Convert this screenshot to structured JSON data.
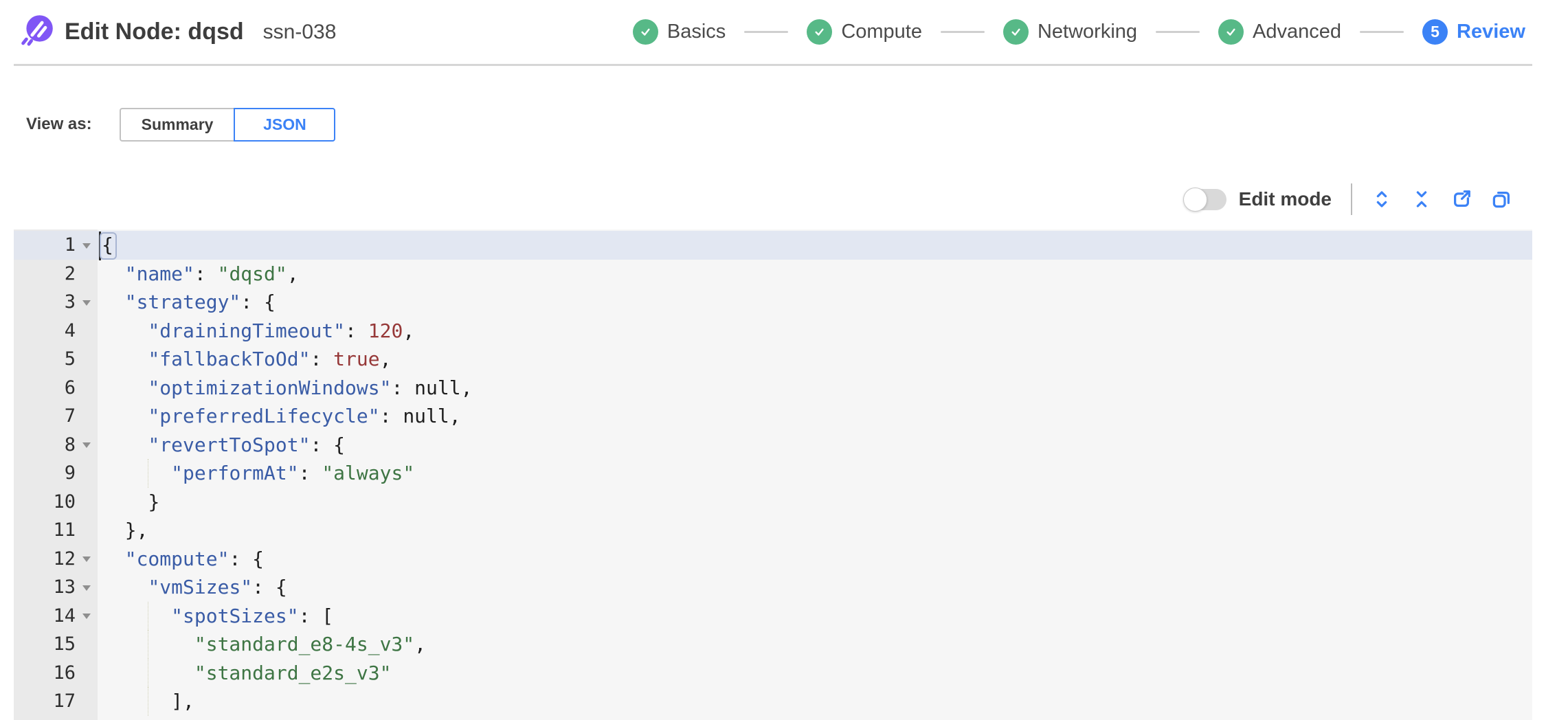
{
  "header": {
    "title": "Edit Node: dqsd",
    "node_id": "ssn-038",
    "steps": [
      {
        "label": "Basics",
        "state": "complete"
      },
      {
        "label": "Compute",
        "state": "complete"
      },
      {
        "label": "Networking",
        "state": "complete"
      },
      {
        "label": "Advanced",
        "state": "complete"
      },
      {
        "label": "Review",
        "state": "current",
        "number": "5"
      }
    ]
  },
  "view_as": {
    "label": "View as:",
    "options": [
      {
        "label": "Summary",
        "selected": false
      },
      {
        "label": "JSON",
        "selected": true
      }
    ]
  },
  "toolbar": {
    "edit_mode_label": "Edit mode",
    "edit_mode_on": false,
    "icons": [
      "expand-all-icon",
      "collapse-all-icon",
      "export-icon",
      "copy-icon"
    ]
  },
  "editor": {
    "active_line": 1,
    "lines": [
      {
        "num": 1,
        "fold": true,
        "active": true,
        "cursor": true,
        "indent": 0,
        "tokens": [
          [
            "punc",
            "{"
          ]
        ]
      },
      {
        "num": 2,
        "indent": 2,
        "tokens": [
          [
            "key",
            "\"name\""
          ],
          [
            "punc",
            ": "
          ],
          [
            "str",
            "\"dqsd\""
          ],
          [
            "punc",
            ","
          ]
        ]
      },
      {
        "num": 3,
        "fold": true,
        "indent": 2,
        "tokens": [
          [
            "key",
            "\"strategy\""
          ],
          [
            "punc",
            ": {"
          ]
        ]
      },
      {
        "num": 4,
        "indent": 4,
        "tokens": [
          [
            "key",
            "\"drainingTimeout\""
          ],
          [
            "punc",
            ": "
          ],
          [
            "num",
            "120"
          ],
          [
            "punc",
            ","
          ]
        ]
      },
      {
        "num": 5,
        "indent": 4,
        "tokens": [
          [
            "key",
            "\"fallbackToOd\""
          ],
          [
            "punc",
            ": "
          ],
          [
            "bool",
            "true"
          ],
          [
            "punc",
            ","
          ]
        ]
      },
      {
        "num": 6,
        "indent": 4,
        "tokens": [
          [
            "key",
            "\"optimizationWindows\""
          ],
          [
            "punc",
            ": "
          ],
          [
            "null",
            "null"
          ],
          [
            "punc",
            ","
          ]
        ]
      },
      {
        "num": 7,
        "indent": 4,
        "tokens": [
          [
            "key",
            "\"preferredLifecycle\""
          ],
          [
            "punc",
            ": "
          ],
          [
            "null",
            "null"
          ],
          [
            "punc",
            ","
          ]
        ]
      },
      {
        "num": 8,
        "fold": true,
        "indent": 4,
        "tokens": [
          [
            "key",
            "\"revertToSpot\""
          ],
          [
            "punc",
            ": {"
          ]
        ]
      },
      {
        "num": 9,
        "indent": 6,
        "guides": [
          4
        ],
        "tokens": [
          [
            "key",
            "\"performAt\""
          ],
          [
            "punc",
            ": "
          ],
          [
            "str",
            "\"always\""
          ]
        ]
      },
      {
        "num": 10,
        "indent": 4,
        "tokens": [
          [
            "punc",
            "}"
          ]
        ]
      },
      {
        "num": 11,
        "indent": 2,
        "tokens": [
          [
            "punc",
            "},"
          ]
        ]
      },
      {
        "num": 12,
        "fold": true,
        "indent": 2,
        "tokens": [
          [
            "key",
            "\"compute\""
          ],
          [
            "punc",
            ": {"
          ]
        ]
      },
      {
        "num": 13,
        "fold": true,
        "indent": 4,
        "tokens": [
          [
            "key",
            "\"vmSizes\""
          ],
          [
            "punc",
            ": {"
          ]
        ]
      },
      {
        "num": 14,
        "fold": true,
        "indent": 6,
        "guides": [
          4
        ],
        "tokens": [
          [
            "key",
            "\"spotSizes\""
          ],
          [
            "punc",
            ": ["
          ]
        ]
      },
      {
        "num": 15,
        "indent": 8,
        "guides": [
          4
        ],
        "tokens": [
          [
            "str",
            "\"standard_e8-4s_v3\""
          ],
          [
            "punc",
            ","
          ]
        ]
      },
      {
        "num": 16,
        "indent": 8,
        "guides": [
          4
        ],
        "tokens": [
          [
            "str",
            "\"standard_e2s_v3\""
          ]
        ]
      },
      {
        "num": 17,
        "indent": 6,
        "guides": [
          4
        ],
        "tokens": [
          [
            "punc",
            "],"
          ]
        ]
      }
    ]
  },
  "colors": {
    "accent_blue": "#3b82f6",
    "step_green": "#57b987",
    "logo_purple": "#8056f5",
    "active_line": "#e2e7f2",
    "syntax_key": "#3a5ca6",
    "syntax_string": "#3e7544",
    "syntax_number": "#963838",
    "syntax_null": "#1f1f1f"
  }
}
